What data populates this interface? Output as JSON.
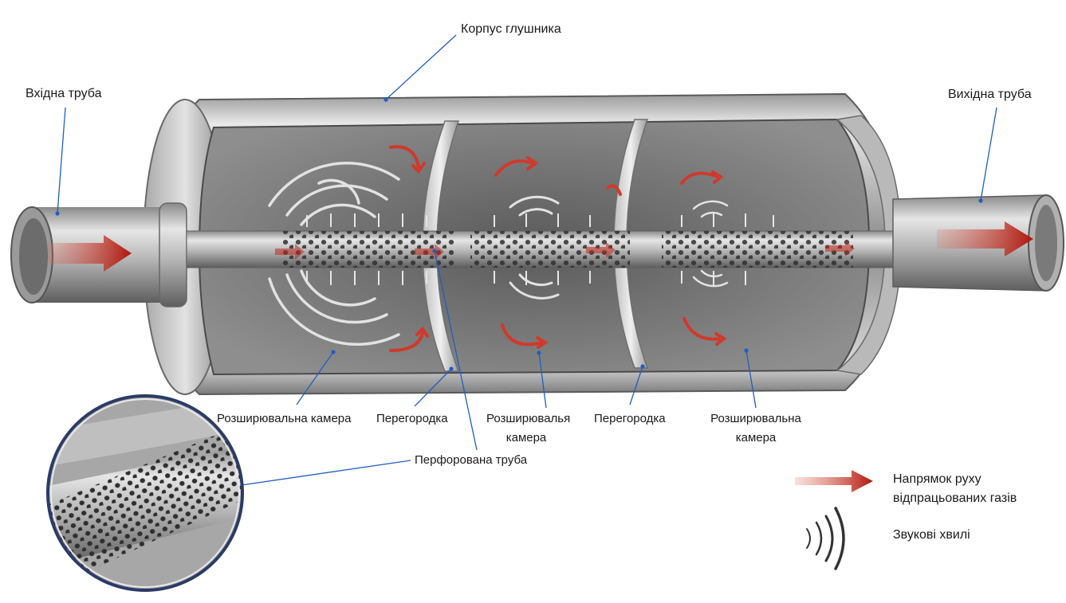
{
  "labels": {
    "housing": "Корпус глушника",
    "inlet_pipe": "Вхідна труба",
    "outlet_pipe": "Вихідна труба",
    "expansion_chamber_1": "Розширювальна камера",
    "baffle_1": "Перегородка",
    "expansion_chamber_2_line1": "Розширювалья",
    "expansion_chamber_2_line2": "камера",
    "baffle_2": "Перегородка",
    "expansion_chamber_3_line1": "Розширювальна",
    "expansion_chamber_3_line2": "камера",
    "perforated_pipe": "Перфорована труба"
  },
  "legend": {
    "gas_flow_line1": "Напрямок руху",
    "gas_flow_line2": "відпрацьованих газів",
    "sound_waves": "Звукові хвилі"
  },
  "colors": {
    "leader_line": "#1f5fbf",
    "flow_arrow": "#c0281c",
    "metal_light": "#d8d8d8",
    "metal_dark": "#6d6d6d",
    "chamber_interior": "#7a7a7a"
  }
}
